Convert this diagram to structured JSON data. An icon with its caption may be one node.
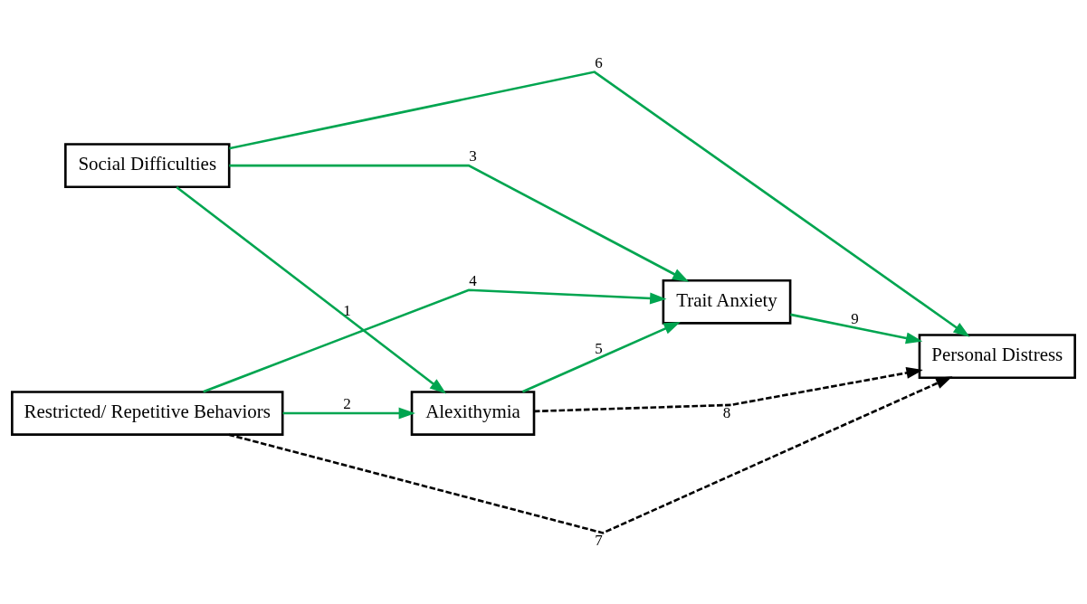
{
  "diagram": {
    "nodes": [
      {
        "text": [
          "Social Difficulties"
        ]
      },
      {
        "text": [
          "Alexithymia"
        ]
      },
      {
        "text": [
          "Trait Anxiety"
        ]
      },
      {
        "text": [
          "Personal Distress"
        ]
      },
      {
        "text": [
          "Restricted/ Repetitive Behaviors"
        ]
      }
    ],
    "edges": [
      {
        "from": 0,
        "to": 1,
        "arrow": "to",
        "label": "1"
      },
      {
        "from": 4,
        "to": 1,
        "arrow": "to",
        "label": "2"
      },
      {
        "from": 0,
        "to": 2,
        "arrow": "to",
        "label": "3"
      },
      {
        "from": 4,
        "to": 2,
        "arrow": "to",
        "label": "4"
      },
      {
        "from": 1,
        "to": 2,
        "arrow": "to",
        "label": "5"
      },
      {
        "from": 0,
        "to": 3,
        "arrow": "to",
        "label": "6"
      },
      {
        "from": 4,
        "to": 3,
        "arrow": "to",
        "label": "7",
        "style": "dashed",
        "color": "#000000"
      },
      {
        "from": 1,
        "to": 3,
        "arrow": "to",
        "label": "8",
        "style": "dashed",
        "color": "#000000"
      },
      {
        "from": 2,
        "to": 3,
        "arrow": "to",
        "label": "9"
      }
    ]
  }
}
